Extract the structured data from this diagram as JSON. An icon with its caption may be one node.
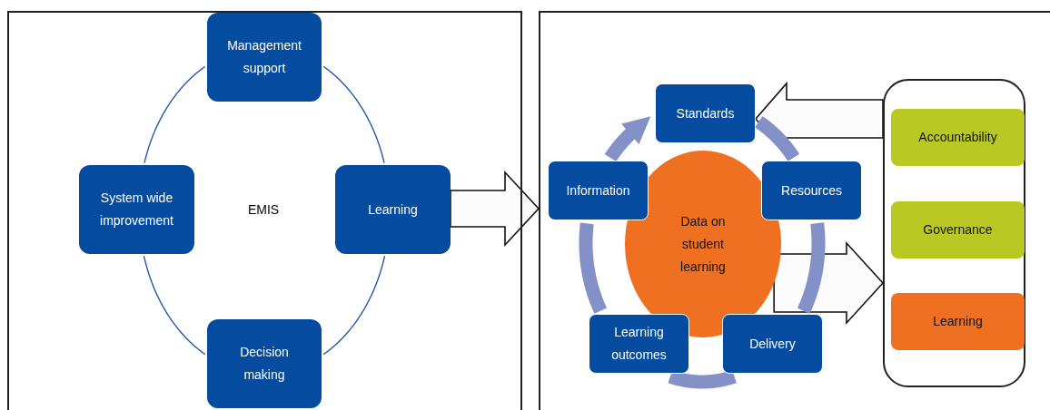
{
  "diagram": {
    "nodes": [
      {
        "text": [],
        "shape": "box"
      },
      {
        "text": [
          "Management support"
        ],
        "in": 0
      },
      {
        "text": [
          "System wide improvement"
        ],
        "in": 0
      },
      {
        "text": [
          "Learning"
        ],
        "in": 0
      },
      {
        "text": [
          "Decision making"
        ],
        "in": 0
      },
      {
        "text": [],
        "shape": "box"
      },
      {
        "text": [
          "Data on student learning"
        ],
        "in": 5
      },
      {
        "text": [
          "Standards"
        ],
        "in": 5
      },
      {
        "text": [
          "Resources"
        ],
        "in": 5
      },
      {
        "text": [
          "Delivery"
        ],
        "in": 5
      },
      {
        "text": [
          "Learning outcomes"
        ],
        "in": 5
      },
      {
        "text": [
          "Information"
        ],
        "in": 5
      },
      {
        "text": [],
        "shape": "box",
        "in": 5
      },
      {
        "text": [
          "Accountability"
        ],
        "in": 12
      },
      {
        "text": [
          "Governance"
        ],
        "in": 12
      },
      {
        "text": [
          "Learning"
        ],
        "in": 12
      }
    ],
    "edges": [
      {
        "from": 1,
        "to": 3,
        "arrow": "none",
        "color": "#2559a8"
      },
      {
        "from": 3,
        "to": 4,
        "arrow": "none",
        "color": "#2559a8"
      },
      {
        "from": 4,
        "to": 2,
        "arrow": "none",
        "color": "#2559a8"
      },
      {
        "from": 2,
        "to": 1,
        "arrow": "none",
        "color": "#2559a8"
      },
      {
        "from": 3,
        "to": 5,
        "arrow": "to",
        "style": "thick"
      },
      {
        "from": 11,
        "to": 7,
        "arrow": "to",
        "color": "#8491c8"
      },
      {
        "from": 7,
        "to": 8,
        "arrow": "none",
        "color": "#8491c8"
      },
      {
        "from": 8,
        "to": 9,
        "arrow": "none",
        "color": "#8491c8"
      },
      {
        "from": 9,
        "to": 10,
        "arrow": "none",
        "color": "#8491c8"
      },
      {
        "from": 10,
        "to": 11,
        "arrow": "none",
        "color": "#8491c8"
      },
      {
        "from": 12,
        "to": 7,
        "arrow": "to",
        "style": "thick"
      },
      {
        "from": 6,
        "to": 12,
        "arrow": "to",
        "style": "thick"
      }
    ],
    "labels": [
      "EMIS"
    ]
  }
}
